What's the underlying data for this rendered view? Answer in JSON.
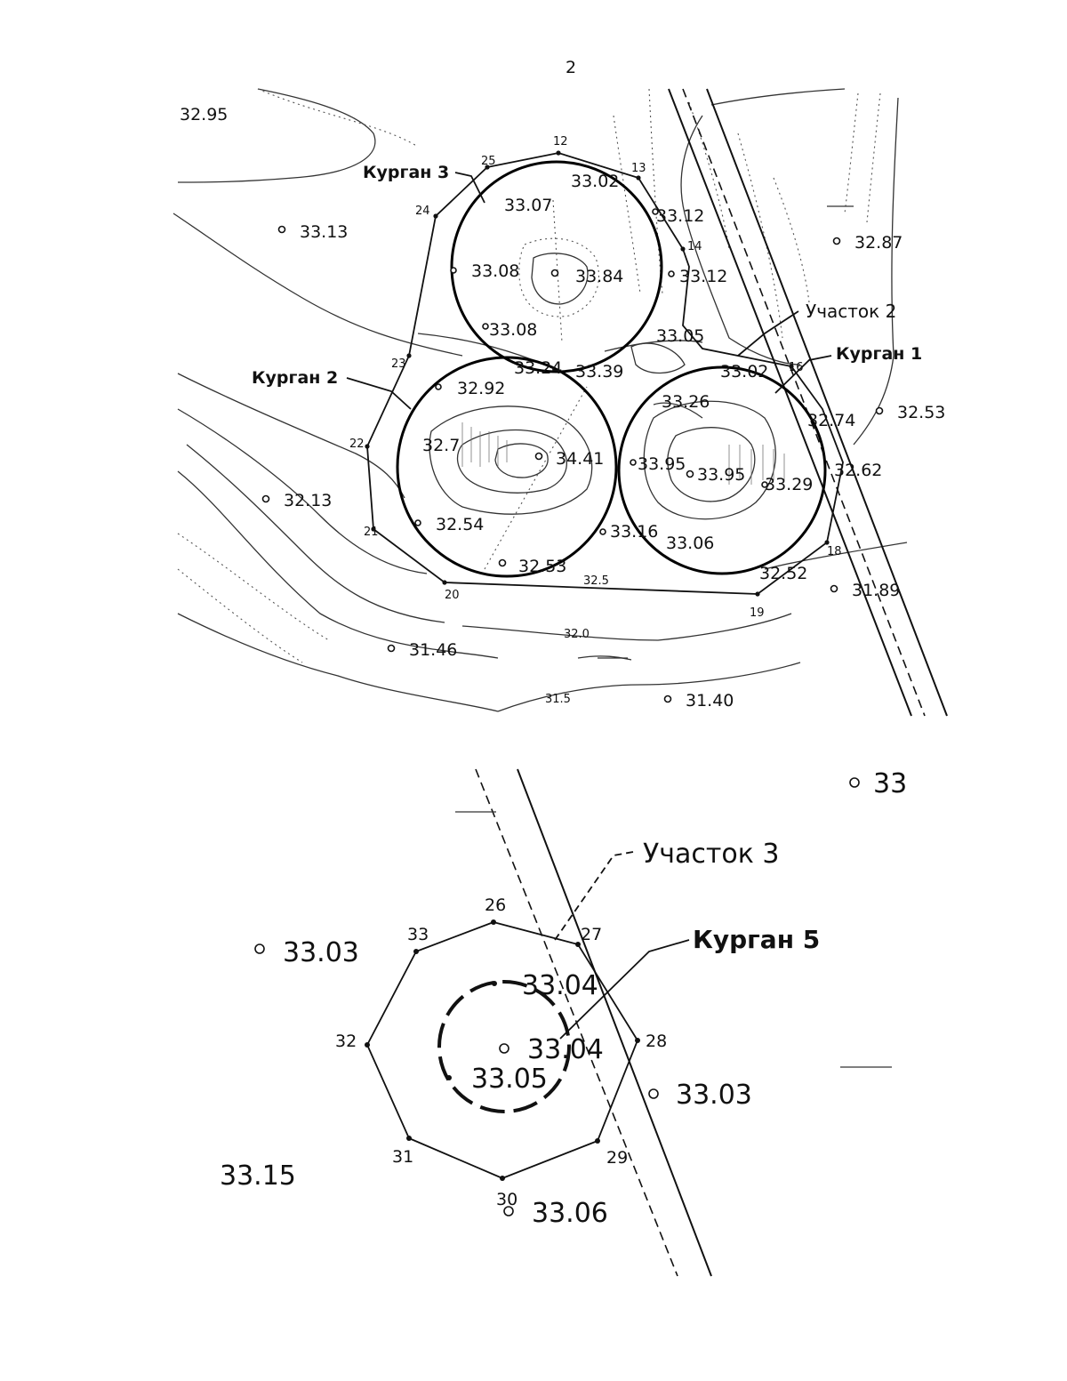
{
  "page_number": "2",
  "map_top": {
    "elevations": {
      "e1": "32.95",
      "e2": "33.13",
      "e3": "32.87",
      "e4": "32.53",
      "e5": "32.13",
      "e6": "31.89",
      "e7": "31.46",
      "e8": "31.40",
      "e9": "33.02",
      "e10": "33.07",
      "e11": "33.12",
      "e12": "33.08",
      "e13": "33.84",
      "e14": "33.12",
      "e15": "33.08",
      "e16": "33.05",
      "e17": "33.24",
      "e18": "33.39",
      "e19": "32.92",
      "e20": "33.02",
      "e21": "33.26",
      "e22": "32.74",
      "e23": "32.7",
      "e24": "34.41",
      "e25": "33.95",
      "e26": "33.95",
      "e27": "33.29",
      "e28": "32.62",
      "e29": "32.54",
      "e30": "33.16",
      "e31": "33.06",
      "e32": "32.53",
      "e33": "32.52"
    },
    "point_numbers": {
      "p12": "12",
      "p13": "13",
      "p14": "14",
      "p16": "16",
      "p18": "18",
      "p19": "19",
      "p20": "20",
      "p21": "21",
      "p22": "22",
      "p23": "23",
      "p24": "24",
      "p25": "25"
    },
    "contour_labels": {
      "c1": "32.5",
      "c2": "32.0",
      "c3": "31.5"
    },
    "labels": {
      "mound1": "Курган 1",
      "mound2": "Курган 2",
      "mound3": "Курган 3",
      "plot2": "Участок 2"
    }
  },
  "map_bottom": {
    "elevations": {
      "e1": "33.03",
      "e2": "33.04",
      "e3": "33.04",
      "e4": "33.05",
      "e5": "33.03",
      "e6": "33.15",
      "e7": "33.06",
      "e8": "33"
    },
    "point_numbers": {
      "p26": "26",
      "p27": "27",
      "p28": "28",
      "p29": "29",
      "p30": "30",
      "p31": "31",
      "p32": "32",
      "p33": "33"
    },
    "labels": {
      "mound5": "Курган 5",
      "plot3": "Участок 3"
    }
  }
}
